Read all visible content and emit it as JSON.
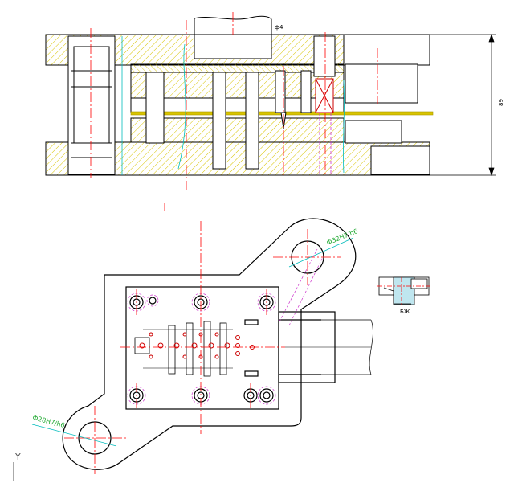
{
  "drawing": {
    "front_view": {
      "height_dimension": "89",
      "punch_label": "ф4"
    },
    "plan_view": {
      "fit_upper_right": "Ф32H7/h6",
      "fit_lower_left": "Ф28H7/h6"
    },
    "detail_view": {
      "label": "БЖ"
    },
    "ucs_icon": {
      "axis_label": "Y"
    },
    "colors": {
      "outline": "#000000",
      "hatch": "#d8c400",
      "center_line": "#ff0000",
      "hidden_line": "#cc33cc",
      "cyan_line": "#00bbbb",
      "strip": "#d8c400",
      "dimension_text_green": "#22aa33"
    }
  }
}
